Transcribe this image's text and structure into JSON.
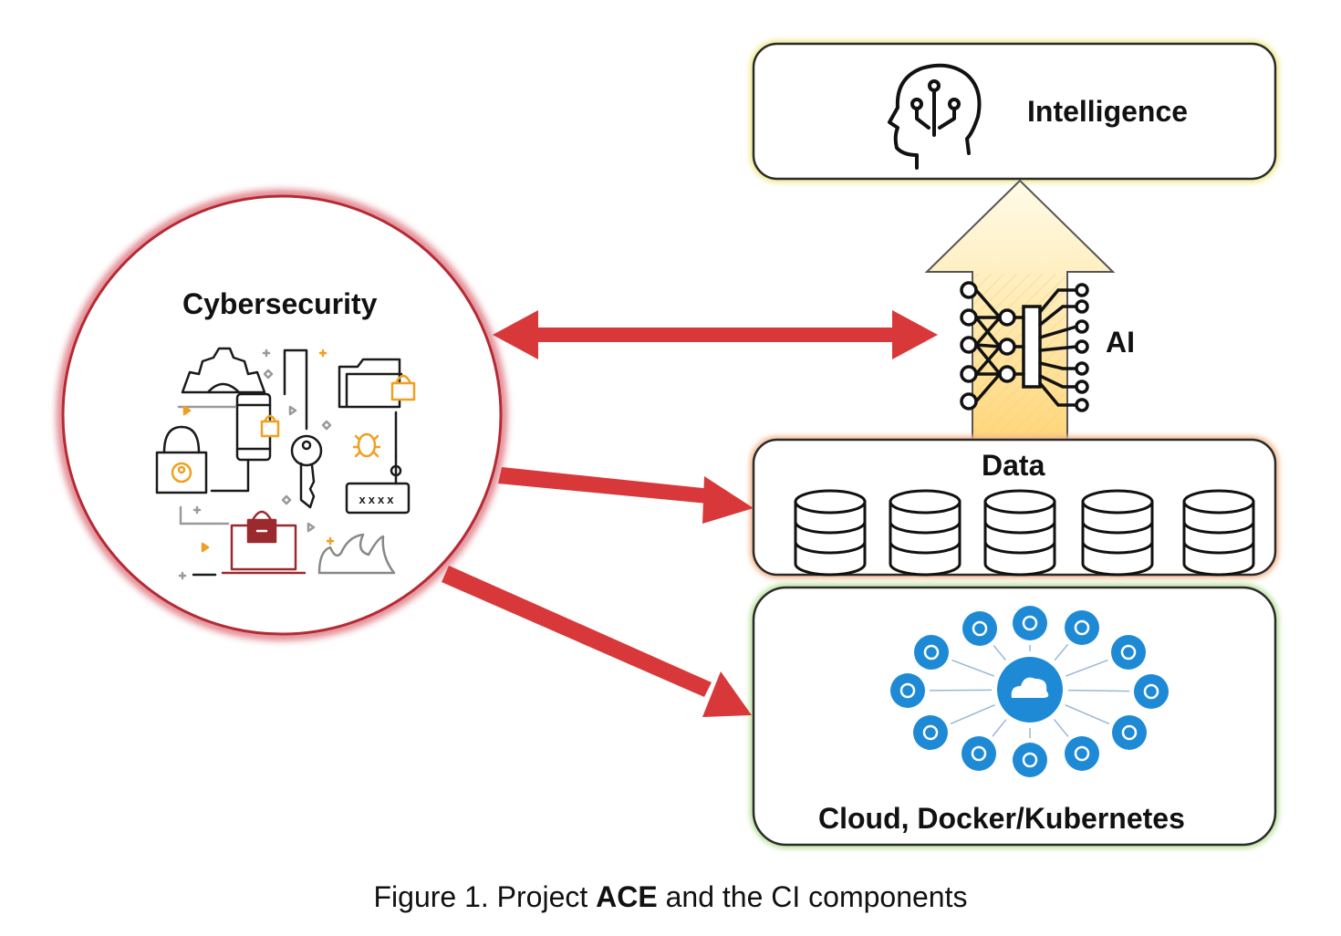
{
  "labels": {
    "intelligence": "Intelligence",
    "ai": "AI",
    "data": "Data",
    "cloud": "Cloud, Docker/Kubernetes",
    "cybersecurity": "Cybersecurity"
  },
  "caption": {
    "prefix": "Figure 1.  Project ",
    "bold": "ACE",
    "suffix": " and the CI components"
  },
  "colors": {
    "arrow_red": "#d9383a",
    "intelligence_border": "#e8e070",
    "data_border": "#f0a878",
    "cloud_border": "#a6d486",
    "cyber_ring": "#c0303a",
    "up_arrow_fill": "#fff0c8",
    "cloud_blue": "#1e8ad6",
    "icon_orange": "#f0a020",
    "icon_dark_red": "#9b2a2f"
  },
  "cyber_icon_text": "xxxx"
}
